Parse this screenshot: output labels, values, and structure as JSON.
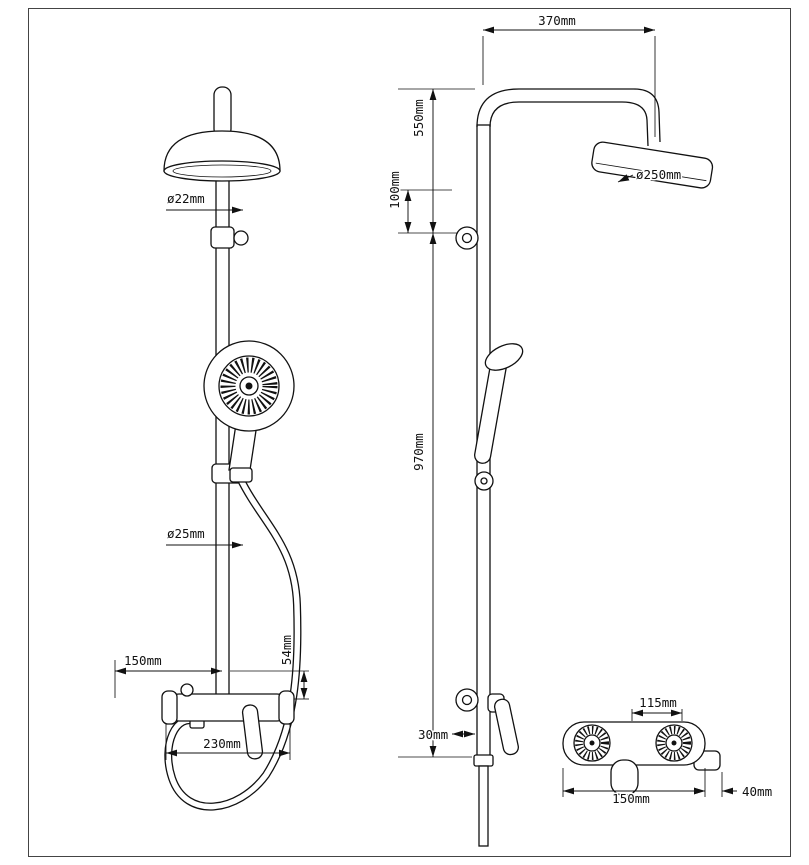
{
  "drawing": {
    "front_view": {
      "top_pipe_diameter": "ø22mm",
      "pipe_diameter": "ø25mm",
      "left_offset": "150mm",
      "valve_drop": "54mm",
      "valve_width": "230mm"
    },
    "side_view": {
      "top_arm_length": "370mm",
      "upper_drop": "550mm",
      "bracket_drop": "100mm",
      "head_diameter": "ø250mm",
      "riser_height": "970mm",
      "bottom_offset": "30mm"
    },
    "valve_detail": {
      "port_spacing": "115mm",
      "body_width": "150mm",
      "spout_length": "40mm"
    }
  }
}
